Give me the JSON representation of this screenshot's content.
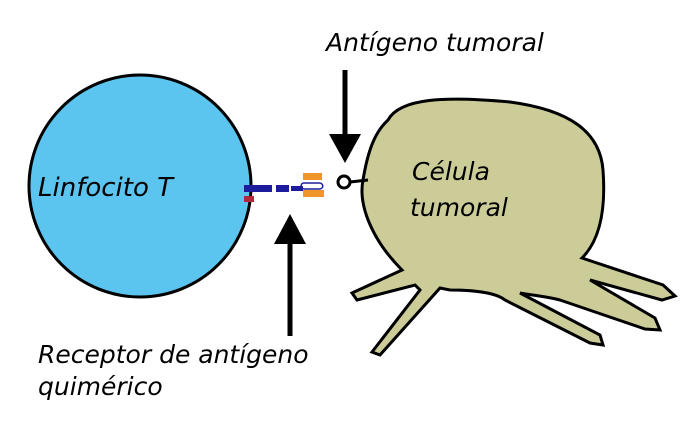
{
  "labels": {
    "t_cell": "Linfocito T",
    "tumor_cell_line1": "Célula",
    "tumor_cell_line2": "tumoral",
    "tumor_antigen": "Antígeno tumoral",
    "car_line1": "Receptor de antígeno",
    "car_line2": "quimérico"
  },
  "colors": {
    "t_cell_fill": "#5bc4ef",
    "tumor_cell_fill": "#cccc99",
    "outline": "#000000",
    "receptor_blue": "#1c1c9c",
    "receptor_red": "#b0283c",
    "receptor_orange": "#f0952a",
    "antigen_fill": "#ffffff"
  },
  "icons": {
    "arrow_down": "arrow-down-icon",
    "arrow_up": "arrow-up-icon"
  }
}
